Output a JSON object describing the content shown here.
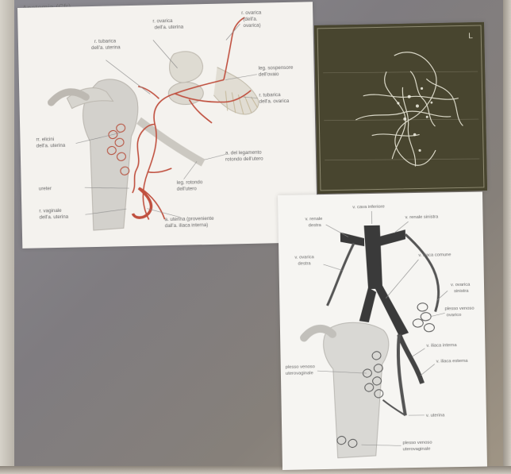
{
  "header_text": "Anatomia (Cfr)",
  "panel_a": {
    "labels": [
      "r. ovarica\ndell'a. uterina",
      "r. tubarica\ndell'a. uterina",
      "r. ovarica\n(dell'a.\novarica)",
      "leg. sospensore\ndell'ovaio",
      "r. tubarica\ndell'a. ovarica",
      "rr. elicini\ndell'a. uterina",
      "a. del legamento\nrotondo dell'utero",
      "ureter",
      "leg. rotondo\ndell'utero",
      "r. vaginale\ndell'a. uterina",
      "a. uterina (proveniente\ndall'a. iliaca interna)"
    ]
  },
  "panel_b": {
    "corner_mark": "L"
  },
  "panel_c": {
    "labels": [
      "v. cava inferiore",
      "v. renale\nsinistra",
      "v. renale sinistra",
      "v. ovarica\ndestra",
      "v. iliaca comune",
      "v. ovarica\nsinistra",
      "plesso venoso\novarico",
      "plesso venoso\nuterovaginale",
      "v. iliaca interna",
      "v. iliaca esterna",
      "v. uterina",
      "plesso venoso\nuterovaginale"
    ]
  }
}
